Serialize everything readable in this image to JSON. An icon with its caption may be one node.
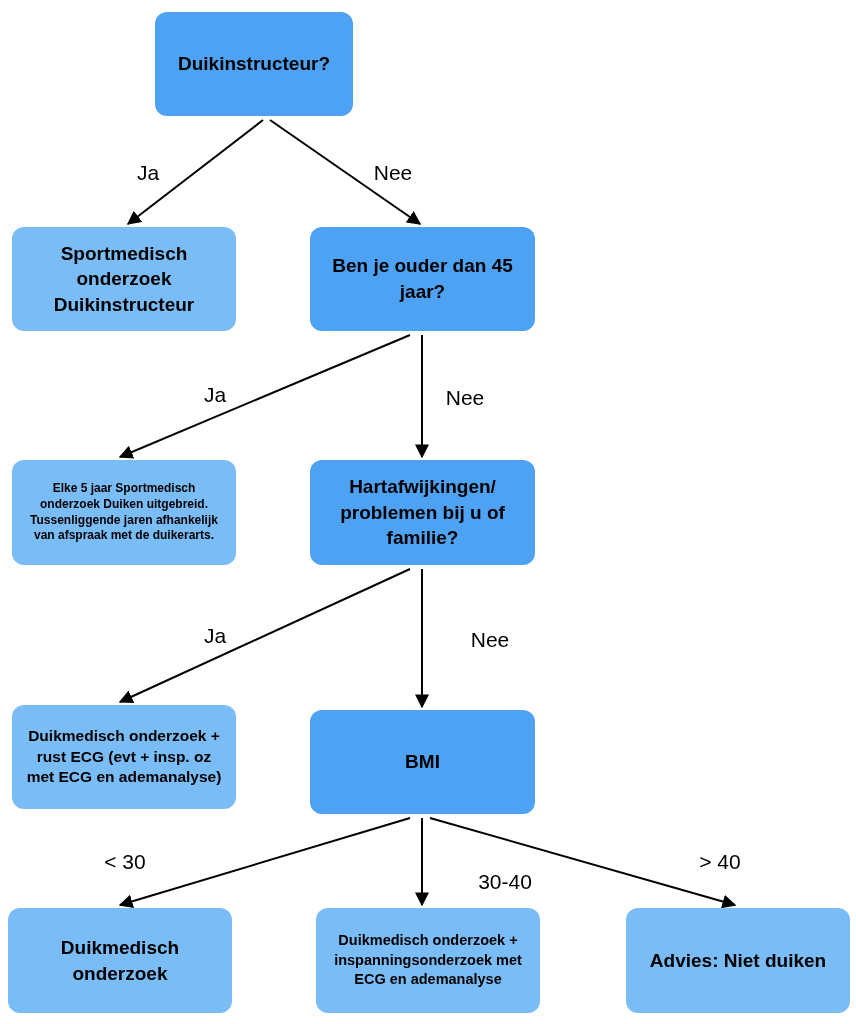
{
  "diagram": {
    "nodes": [
      {
        "text": [
          "Duikinstructeur?"
        ]
      },
      {
        "text": [
          "Sportmedisch onderzoek Duikinstructeur"
        ]
      },
      {
        "text": [
          "Ben je ouder dan 45 jaar?"
        ]
      },
      {
        "text": [
          "Elke 5 jaar Sportmedisch onderzoek Duiken uitgebreid. Tussenliggende jaren afhankelijk van afspraak met de duikerarts."
        ]
      },
      {
        "text": [
          "Hartafwijkingen/ problemen bij u of familie?"
        ]
      },
      {
        "text": [
          "Duikmedisch onderzoek + rust ECG (evt + insp. oz met ECG en ademanalyse)"
        ]
      },
      {
        "text": [
          "BMI"
        ]
      },
      {
        "text": [
          "Duikmedisch onderzoek"
        ]
      },
      {
        "text": [
          "Duikmedisch onderzoek + inspanningsonderzoek met ECG en ademanalyse"
        ]
      },
      {
        "text": [
          "Advies: Niet duiken"
        ]
      }
    ],
    "edges": [
      {
        "from": 0,
        "to": 1,
        "arrow": "to",
        "label": "Ja"
      },
      {
        "from": 0,
        "to": 2,
        "arrow": "to",
        "label": "Nee"
      },
      {
        "from": 2,
        "to": 3,
        "arrow": "to",
        "label": "Ja"
      },
      {
        "from": 2,
        "to": 4,
        "arrow": "to",
        "label": "Nee"
      },
      {
        "from": 4,
        "to": 5,
        "arrow": "to",
        "label": "Ja"
      },
      {
        "from": 4,
        "to": 6,
        "arrow": "to",
        "label": "Nee"
      },
      {
        "from": 6,
        "to": 7,
        "arrow": "to",
        "label": "< 30"
      },
      {
        "from": 6,
        "to": 8,
        "arrow": "to",
        "label": "30-40"
      },
      {
        "from": 6,
        "to": 9,
        "arrow": "to",
        "label": "> 40"
      }
    ]
  }
}
